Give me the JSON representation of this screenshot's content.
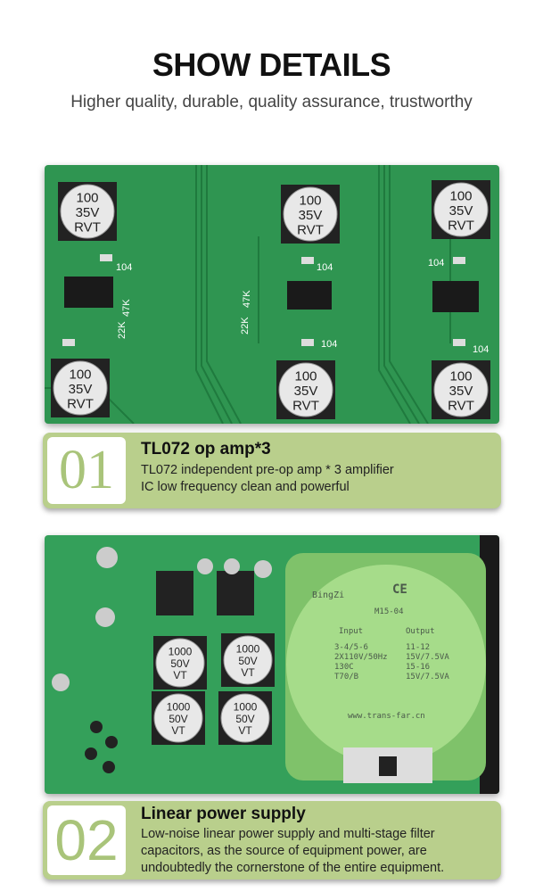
{
  "header": {
    "title": "SHOW DETAILS",
    "subtitle": "Higher quality, durable, quality assurance, trustworthy"
  },
  "photo1": {
    "cap_label": [
      "100",
      "35V",
      "RVT"
    ],
    "resistor_labels": [
      "104",
      "47K",
      "22K"
    ]
  },
  "feature1": {
    "number": "01",
    "title": "TL072 op amp*3",
    "lines": [
      "TL072 independent pre-op amp * 3 amplifier",
      "IC low frequency clean and powerful"
    ]
  },
  "photo2": {
    "cap_label": [
      "1000",
      "50V",
      "VT"
    ],
    "transformer": {
      "brand": "BingZi",
      "model": "M15-04",
      "marks": "CE",
      "input_title": "Input",
      "output_title": "Output",
      "input_lines": [
        "3-4/5-6",
        "2X110V/50Hz",
        "130C",
        "T70/B"
      ],
      "output_lines": [
        "11-12",
        "15V/7.5VA",
        "15-16",
        "15V/7.5VA"
      ],
      "url": "www.trans-far.cn"
    }
  },
  "feature2": {
    "number": "02",
    "title": "Linear power supply",
    "lines": [
      "Low-noise linear power supply and multi-stage filter",
      "capacitors, as the source of equipment power, are",
      "undoubtedly the cornerstone of the entire equipment."
    ]
  },
  "colors": {
    "card": "#b9cf8c",
    "number": "#a9c47a",
    "pcb": "#2f9551",
    "transformer": "#a6dc8a"
  }
}
